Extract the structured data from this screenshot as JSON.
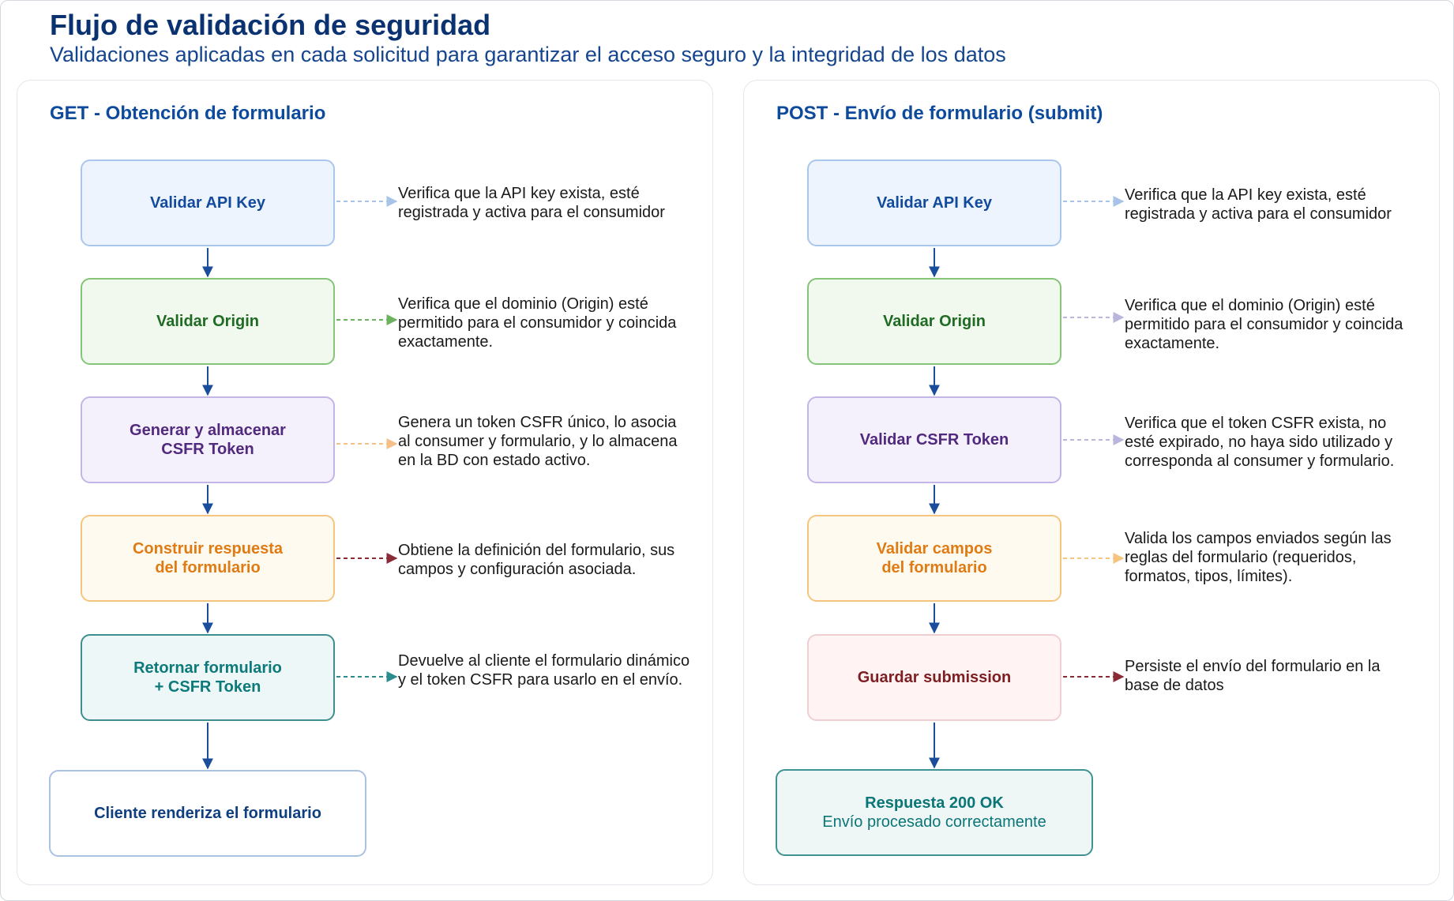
{
  "header": {
    "title": "Flujo de validación de seguridad",
    "subtitle": "Validaciones aplicadas en cada solicitud para garantizar el acceso seguro y la integridad de los datos"
  },
  "get_panel": {
    "title": "GET - Obtención de formulario",
    "steps": [
      {
        "label": "Validar API Key",
        "description": "Verifica que la API key exista, esté registrada y activa para el consumidor"
      },
      {
        "label": "Validar Origin",
        "description": "Verifica que el dominio (Origin) esté permitido para el consumidor y coincida exactamente."
      },
      {
        "label": "Generar y almacenar\nCSFR Token",
        "description": "Genera un token CSFR único, lo asocia al consumer y formulario, y lo almacena en la BD con estado activo."
      },
      {
        "label": "Construir respuesta\ndel formulario",
        "description": "Obtiene la definición del formulario, sus campos y configuración asociada."
      },
      {
        "label": "Retornar formulario\n+ CSFR Token",
        "description": "Devuelve al cliente el formulario dinámico y el token CSFR para usarlo en el envío."
      }
    ],
    "final": {
      "label": "Cliente renderiza el formulario"
    }
  },
  "post_panel": {
    "title": "POST - Envío de formulario (submit)",
    "steps": [
      {
        "label": "Validar API Key",
        "description": "Verifica que la API key exista, esté registrada y activa para el consumidor"
      },
      {
        "label": "Validar Origin",
        "description": "Verifica que el dominio (Origin) esté permitido para el consumidor y coincida exactamente."
      },
      {
        "label": "Validar CSFR Token",
        "description": "Verifica que el token CSFR exista, no esté expirado, no haya sido utilizado y corresponda al consumer y formulario."
      },
      {
        "label": "Validar campos\ndel formulario",
        "description": "Valida los campos enviados según las reglas del formulario (requeridos, formatos, tipos, límites)."
      },
      {
        "label": "Guardar submission",
        "description": "Persiste el envío del formulario en la base de datos"
      }
    ],
    "final": {
      "label": "Respuesta 200 OK",
      "sublabel": "Envío procesado correctamente"
    }
  },
  "colors": {
    "title": "#0b3270",
    "flow_arrow": "#1a4e9c",
    "get_connectors": [
      "#a7c4e8",
      "#6cb35f",
      "#f5bf87",
      "#8a2b35",
      "#2a8c8c"
    ],
    "post_connectors": [
      "#a7c4e8",
      "#b9b5dc",
      "#b9b5dc",
      "#f5c57f",
      "#8a2b35"
    ]
  }
}
